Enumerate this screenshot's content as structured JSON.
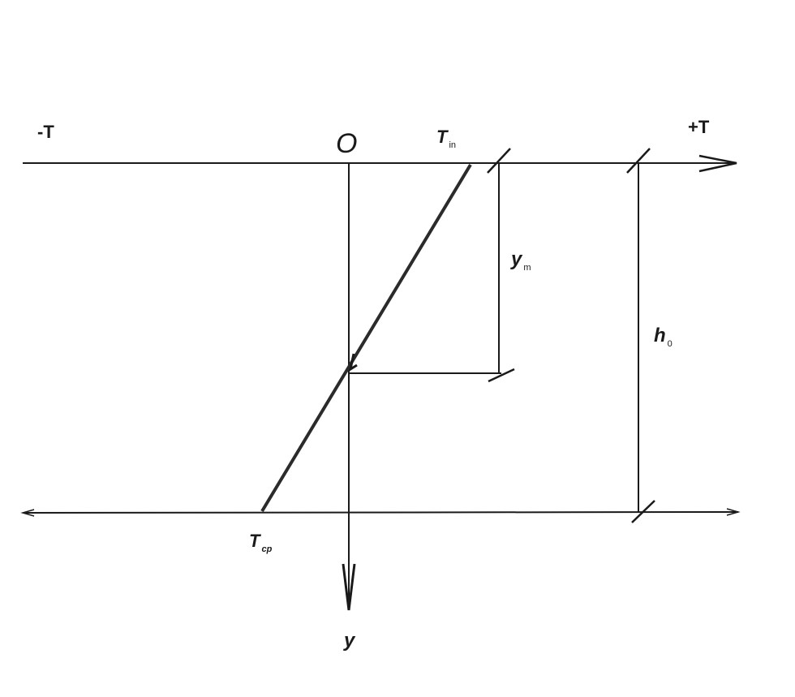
{
  "labels": {
    "neg_t": "-T",
    "pos_t": "+T",
    "origin": "O",
    "t_in_main": "T",
    "t_in_sub": "in",
    "y_m_main": "y",
    "y_m_sub": "m",
    "h0_main": "h",
    "h0_sub": "0",
    "t_cp_main": "T",
    "t_cp_sub": "cp",
    "y_axis": "y"
  },
  "colors": {
    "ink": "#1a1a1a",
    "temperature_line": "#2b2b2b",
    "background": "#ffffff"
  }
}
